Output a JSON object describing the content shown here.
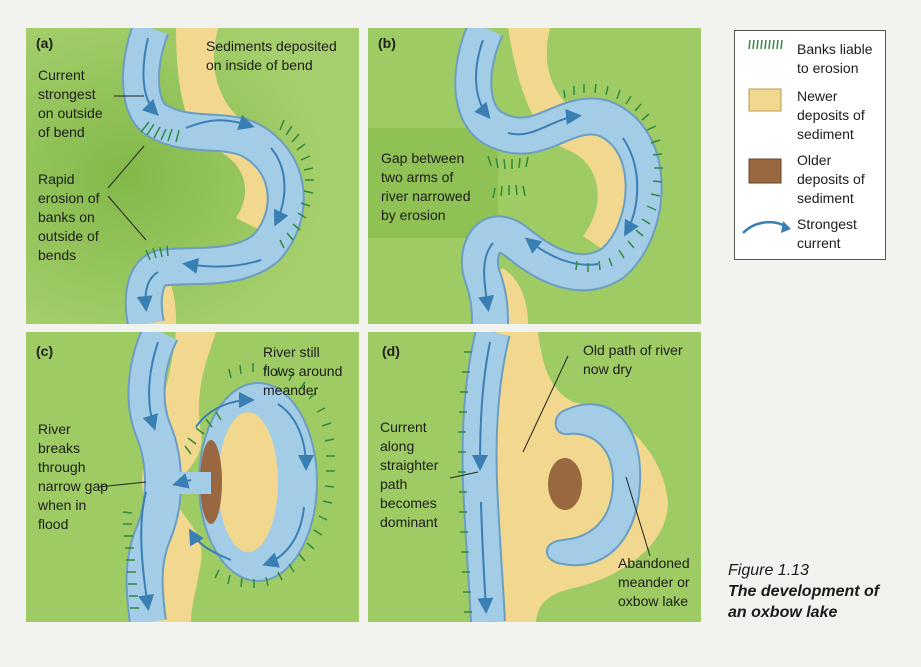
{
  "panels": {
    "a": {
      "label": "(a)",
      "sediments": [
        "Sediments deposited",
        "on inside of bend"
      ],
      "current": [
        "Current",
        "strongest",
        "on outside",
        "of bend"
      ],
      "erosion": [
        "Rapid",
        "erosion of",
        "banks on",
        "outside of",
        "bends"
      ]
    },
    "b": {
      "label": "(b)",
      "gap": [
        "Gap between",
        "two arms of",
        "river narrowed",
        "by erosion"
      ]
    },
    "c": {
      "label": "(c)",
      "still": [
        "River still",
        "flows around",
        "meander"
      ],
      "breaks": [
        "River",
        "breaks",
        "through",
        "narrow gap",
        "when in",
        "flood"
      ]
    },
    "d": {
      "label": "(d)",
      "oldpath": [
        "Old path of river",
        "now dry"
      ],
      "current": [
        "Current",
        "along",
        "straighter",
        "path",
        "becomes",
        "dominant"
      ],
      "abandoned": [
        "Abandoned",
        "meander or",
        "oxbow lake"
      ]
    }
  },
  "legend": {
    "banks": [
      "Banks liable",
      "to erosion"
    ],
    "newer": [
      "Newer",
      "deposits of",
      "sediment"
    ],
    "older": [
      "Older",
      "deposits of",
      "sediment"
    ],
    "current": [
      "Strongest",
      "current"
    ]
  },
  "caption": {
    "number": "Figure 1.13",
    "title_line1": "The development of",
    "title_line2": "an oxbow lake"
  },
  "colors": {
    "land": "#93c45a",
    "land_light": "#b3d580",
    "river": "#a3cde6",
    "river_edge": "#6b9ec2",
    "sand": "#f1d88e",
    "older": "#9a6840",
    "arrow": "#3a7fb4",
    "hatch": "#2f8a3c"
  }
}
